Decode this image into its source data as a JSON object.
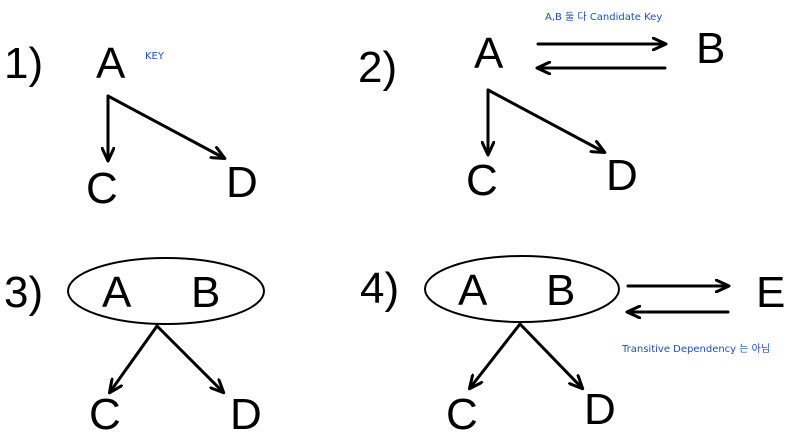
{
  "diagram1": {
    "number": "1)",
    "node_a": "A",
    "node_c": "C",
    "node_d": "D",
    "annotation": "KEY"
  },
  "diagram2": {
    "number": "2)",
    "node_a": "A",
    "node_b": "B",
    "node_c": "C",
    "node_d": "D",
    "annotation": "A,B 둘 다 Candidate Key"
  },
  "diagram3": {
    "number": "3)",
    "node_a": "A",
    "node_b": "B",
    "node_c": "C",
    "node_d": "D"
  },
  "diagram4": {
    "number": "4)",
    "node_a": "A",
    "node_b": "B",
    "node_c": "C",
    "node_d": "D",
    "node_e": "E",
    "annotation": "Transitive Dependency 는 아님"
  }
}
